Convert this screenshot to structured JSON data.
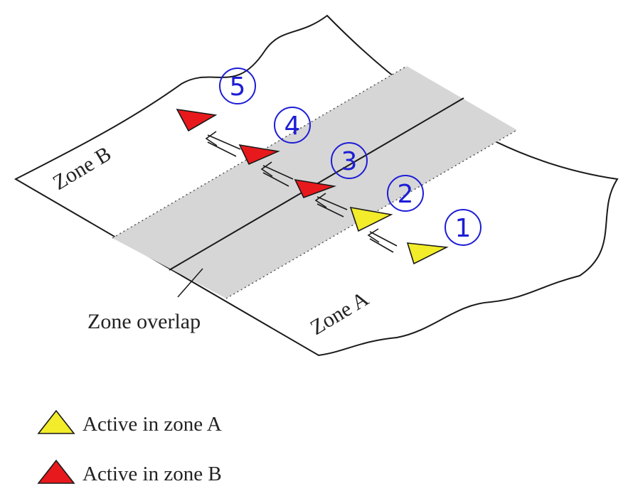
{
  "zones": {
    "zone_a_label": "Zone A",
    "zone_b_label": "Zone B",
    "overlap_label": "Zone overlap"
  },
  "steps": [
    {
      "number": "1",
      "zone": "A"
    },
    {
      "number": "2",
      "zone": "A"
    },
    {
      "number": "3",
      "zone": "B"
    },
    {
      "number": "4",
      "zone": "B"
    },
    {
      "number": "5",
      "zone": "B"
    }
  ],
  "legend": {
    "zone_a": "Active in zone A",
    "zone_b": "Active in zone B"
  },
  "colors": {
    "zone_a_marker": "#f2ec2a",
    "zone_b_marker": "#e8191c",
    "step_number": "#1d1dd6",
    "overlap_fill": "#d6d6d6",
    "outline": "#1a1a1a"
  }
}
